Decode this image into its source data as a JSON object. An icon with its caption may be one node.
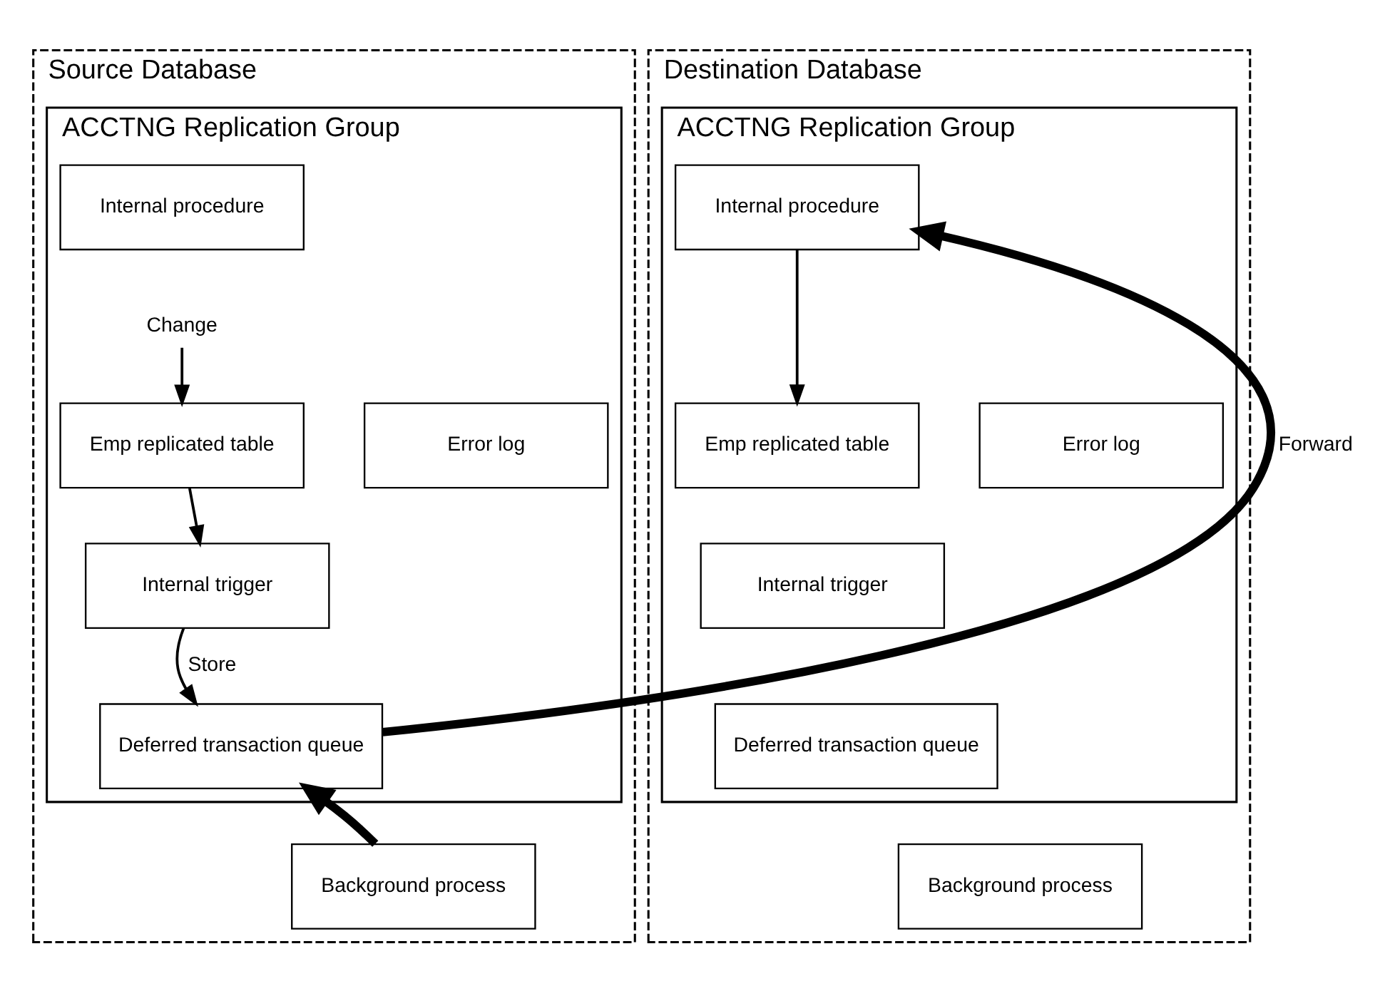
{
  "diagram": {
    "nodes": [
      {
        "text": [
          "Source Database"
        ]
      },
      {
        "text": [
          "ACCTNG Replication Group"
        ],
        "in": 0
      },
      {
        "text": [
          "Internal procedure"
        ],
        "in": 1
      },
      {
        "text": [
          "Change"
        ],
        "in": 1
      },
      {
        "text": [
          "Error log"
        ],
        "in": 1
      },
      {
        "text": [
          "Emp replicated table"
        ],
        "in": 1
      },
      {
        "text": [
          "Internal trigger"
        ],
        "in": 1
      },
      {
        "text": [
          "Deferred transaction queue"
        ],
        "in": 1
      },
      {
        "text": [
          "Background process"
        ],
        "in": 0
      },
      {
        "text": [
          "Destination Database"
        ]
      },
      {
        "text": [
          "ACCTNG Replication Group"
        ],
        "in": 9
      },
      {
        "text": [
          "Internal procedure"
        ],
        "in": 10
      },
      {
        "text": [
          "Error log"
        ],
        "in": 10
      },
      {
        "text": [
          "Emp replicated table"
        ],
        "in": 10
      },
      {
        "text": [
          "Internal trigger"
        ],
        "in": 10
      },
      {
        "text": [
          "Deferred transaction queue"
        ],
        "in": 10
      },
      {
        "text": [
          "Background process"
        ],
        "in": 9
      }
    ],
    "edges": [
      {
        "from": 3,
        "to": 5,
        "arrow": "to"
      },
      {
        "from": 5,
        "to": 6,
        "arrow": "to"
      },
      {
        "from": 6,
        "to": 7,
        "arrow": "to",
        "label": "Store"
      },
      {
        "from": 8,
        "to": 7,
        "arrow": "to",
        "style": "thick"
      },
      {
        "from": 7,
        "to": 11,
        "arrow": "to",
        "style": "thick",
        "label": "Forward"
      },
      {
        "from": 11,
        "to": 13,
        "arrow": "to"
      }
    ]
  }
}
